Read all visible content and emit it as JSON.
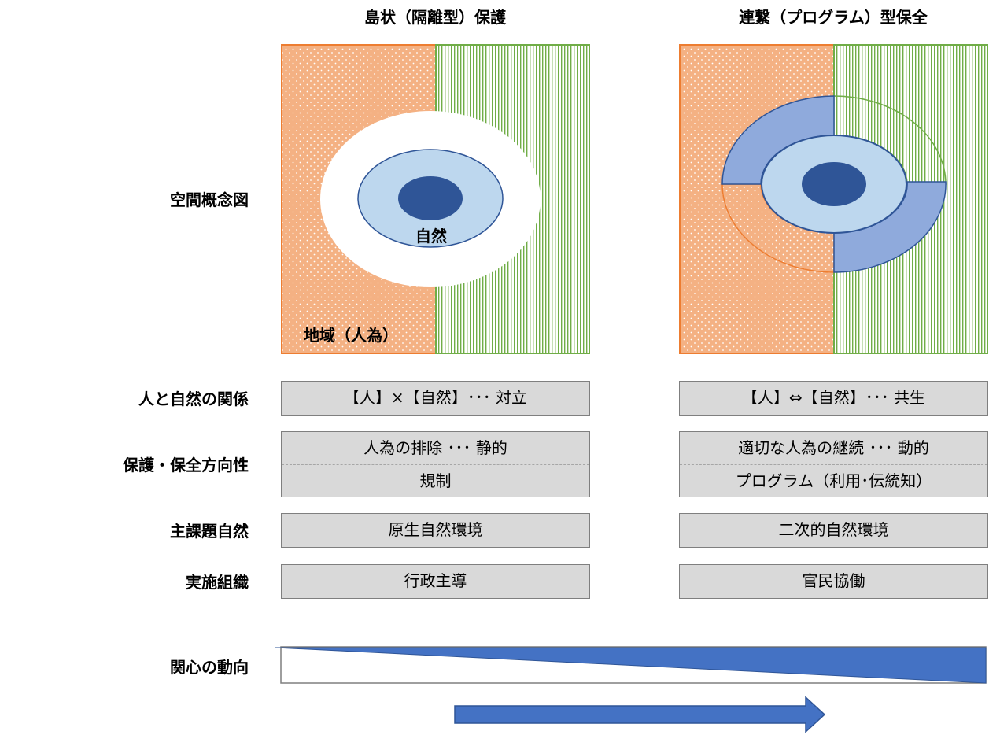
{
  "columns": {
    "left_title": "島状（隔離型）保護",
    "right_title": "連繋（プログラム）型保全"
  },
  "rows": {
    "concept": "空間概念図",
    "relation": "人と自然の関係",
    "direction": "保護・保全方向性",
    "subject": "主課題自然",
    "organization": "実施組織",
    "interest": "関心の動向"
  },
  "diagram_labels": {
    "nature": "自然",
    "region": "地域（人為）"
  },
  "left": {
    "relation": "【人】×【自然】･･･ 対立",
    "direction_1": "人為の排除 ･･･ 静的",
    "direction_2": "規制",
    "subject": "原生自然環境",
    "organization": "行政主導"
  },
  "right": {
    "relation": "【人】⇔【自然】･･･ 共生",
    "direction_1": "適切な人為の継続 ･･･ 動的",
    "direction_2": "プログラム（利用･伝統知）",
    "subject": "二次的自然環境",
    "organization": "官民協働"
  },
  "colors": {
    "human_area": "#f4b183",
    "human_border": "#ed7d31",
    "nature_area": "#a9d18e",
    "nature_border": "#70ad47",
    "core_dark": "#2f5597",
    "core_light": "#bdd7ee",
    "program_ring": "#8faadc",
    "trend_blue": "#4472c4"
  }
}
